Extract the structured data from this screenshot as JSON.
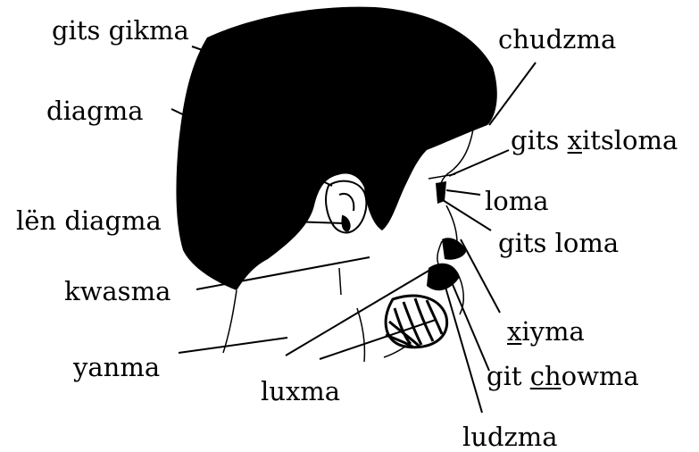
{
  "labels": {
    "gits_gikma": "gits gikma",
    "chudzma": "chudzma",
    "diagma": "diagma",
    "gits_xitsloma_pre": "gits ",
    "gits_xitsloma_u": "x",
    "gits_xitsloma_post": "itsloma",
    "loma": "loma",
    "len_diagma": "lën diagma",
    "gits_loma": "gits loma",
    "kwasma": "kwasma",
    "xiyma_u": "x",
    "xiyma_post": "iyma",
    "yanma": "yanma",
    "git_chowma_pre": "git ",
    "git_chowma_u": "ch",
    "git_chowma_post": "owma",
    "luxma": "luxma",
    "ludzma": "ludzma"
  },
  "colors": {
    "ink": "#000000",
    "paper": "#ffffff"
  }
}
